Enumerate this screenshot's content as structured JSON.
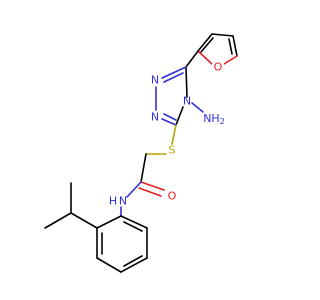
{
  "molecule": {
    "atom_labels": {
      "furan_oxygen": "O",
      "triazole_n1": "N",
      "triazole_n2": "N",
      "triazole_n4": "N",
      "amino_group": "NH",
      "amino_subscript": "2",
      "thioether_sulfur": "S",
      "carbonyl_oxygen": "O",
      "amide_nitrogen": "N",
      "amide_hydrogen": "H"
    },
    "colors": {
      "carbon_bond": "#000000",
      "nitrogen": "#2f2fd9",
      "oxygen": "#e02020",
      "sulfur": "#b8a000",
      "background": "#ffffff"
    }
  }
}
